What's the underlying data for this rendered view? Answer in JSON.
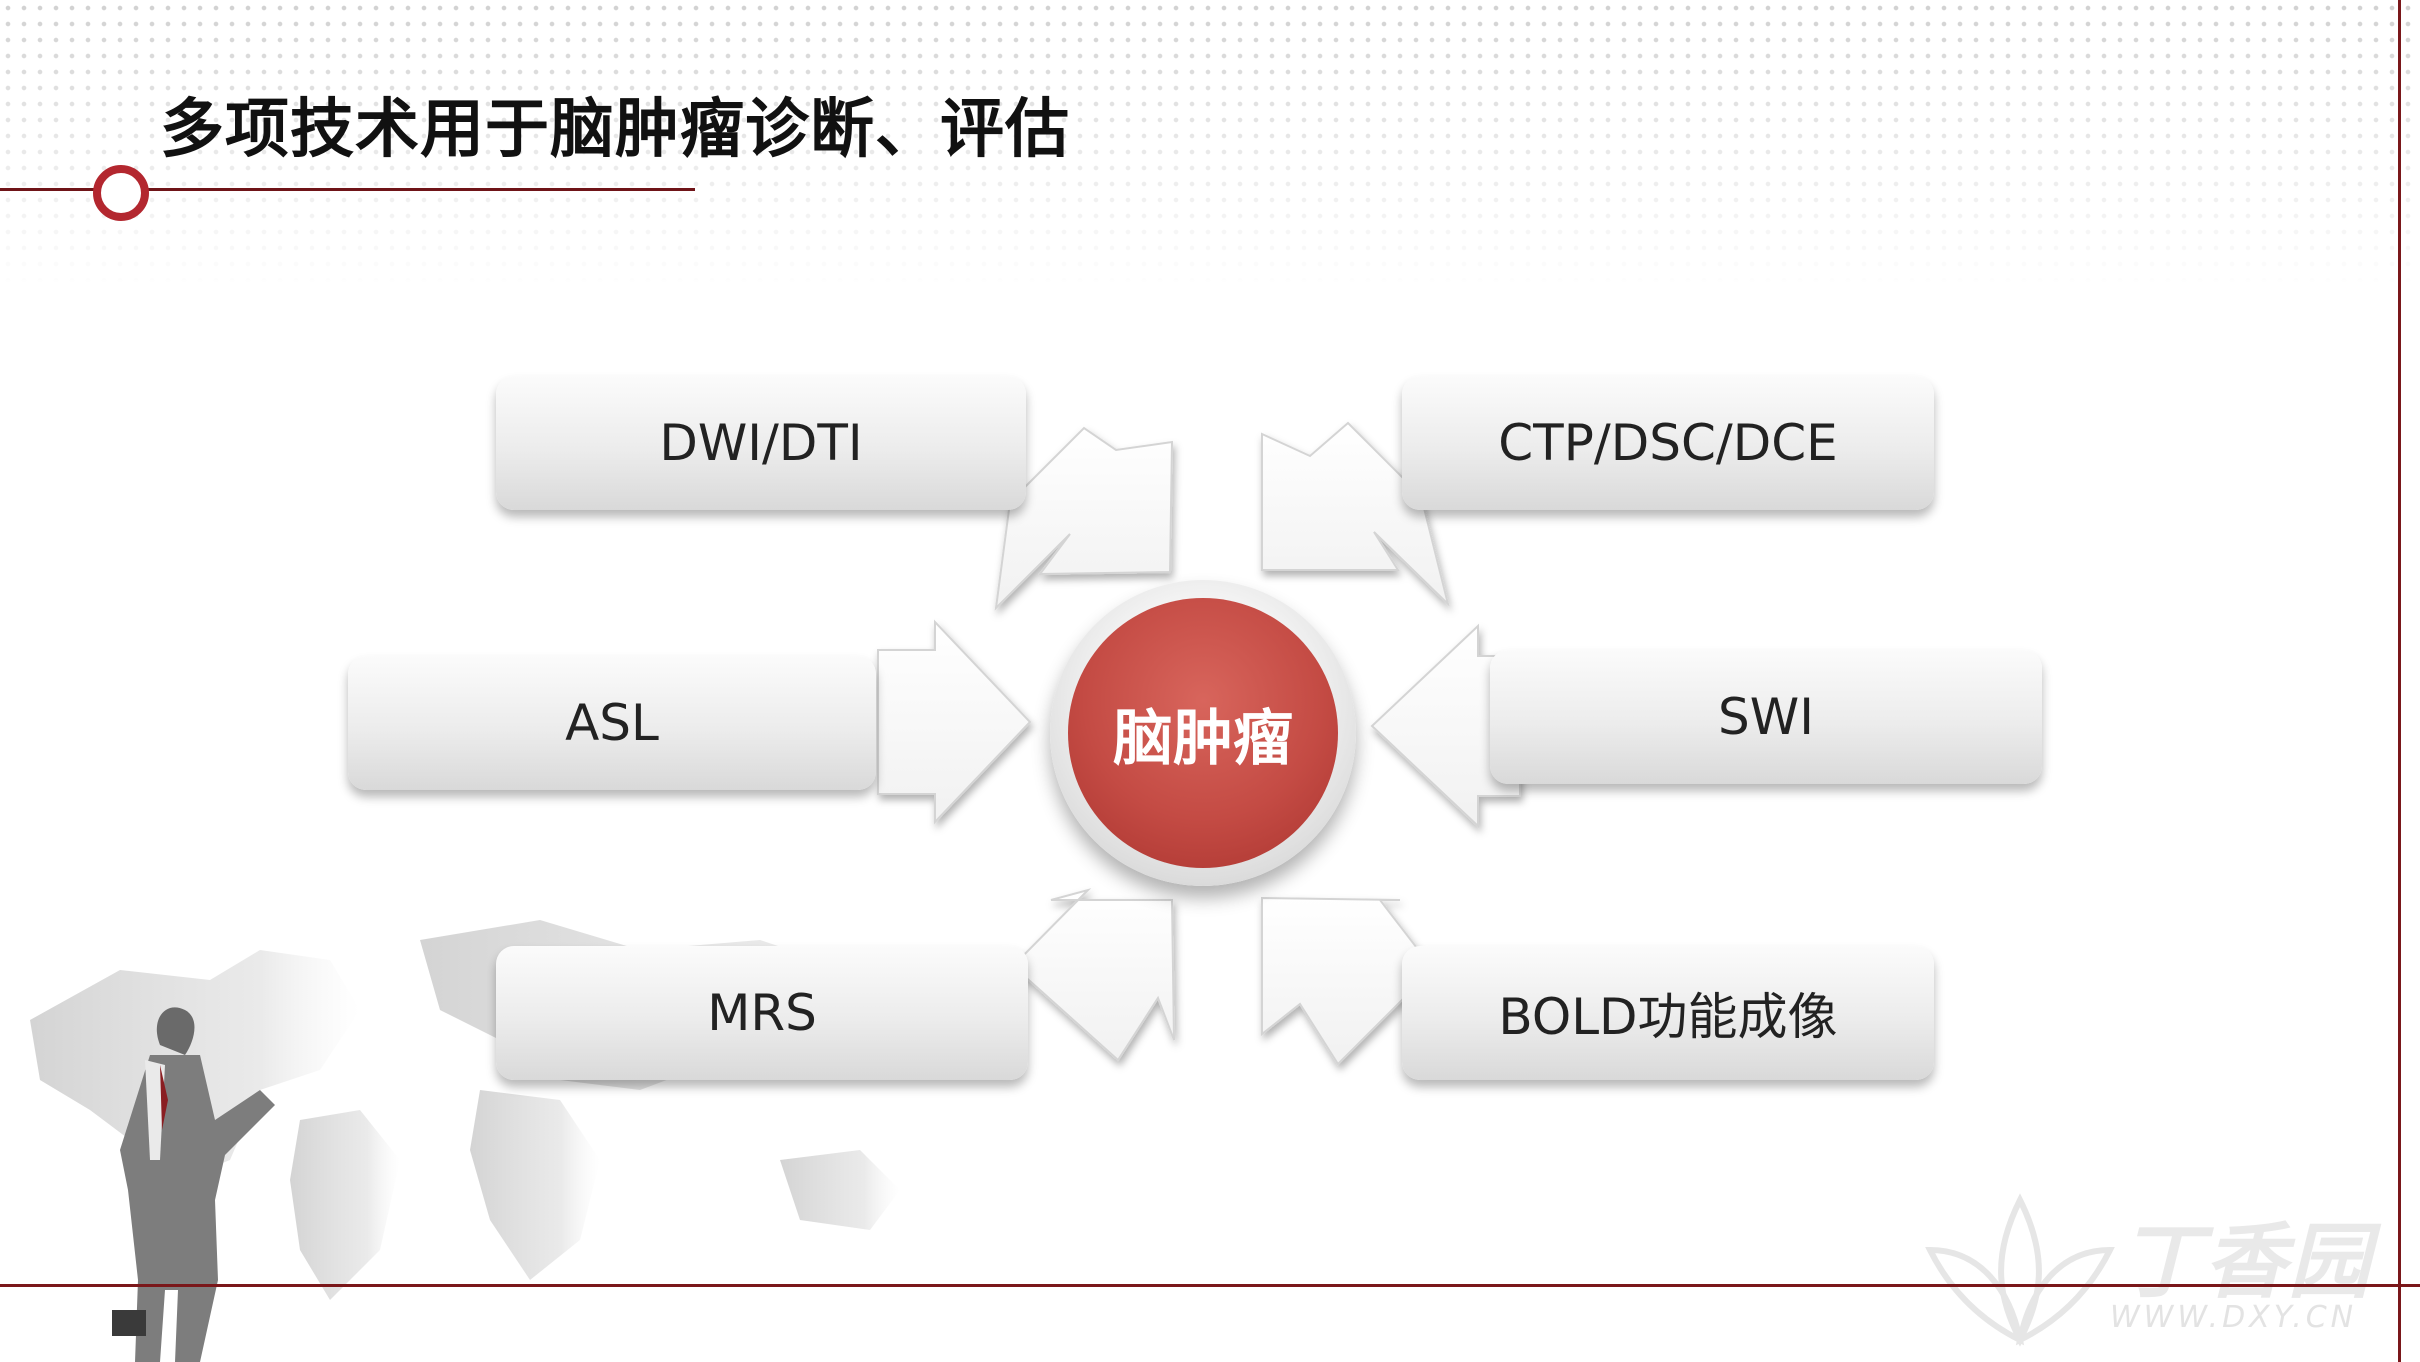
{
  "title": "多项技术用于脑肿瘤诊断、评估",
  "center": "脑肿瘤",
  "techniques": {
    "top_left": "DWI/DTI",
    "top_right": "CTP/DSC/DCE",
    "mid_left": "ASL",
    "mid_right": "SWI",
    "bottom_left": "MRS",
    "bottom_right": "BOLD功能成像"
  },
  "logo": {
    "name": "丁香园",
    "url": "WWW.DXY.CN"
  },
  "colors": {
    "accent_red": "#b3272f",
    "hub_red": "#c44b44",
    "dark_red_line": "#7a171a"
  }
}
